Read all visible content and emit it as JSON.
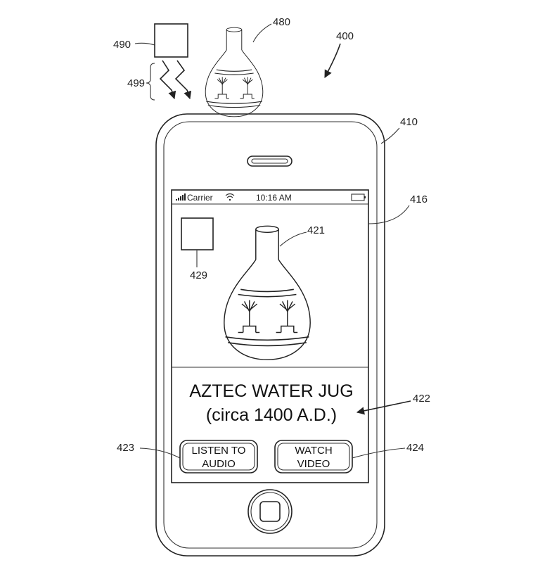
{
  "reference_labels": {
    "figure": "400",
    "device": "410",
    "screen": "416",
    "displayed_image": "421",
    "caption": "422",
    "audio_button": "423",
    "video_button": "424",
    "screen_marker": "429",
    "object": "480",
    "transmitter": "490",
    "signals": "499"
  },
  "status_bar": {
    "carrier": "Carrier",
    "time": "10:16 AM",
    "signal_icon": "signal-bars-icon",
    "wifi_icon": "wifi-icon",
    "battery_icon": "battery-icon"
  },
  "caption": {
    "line1": "AZTEC WATER JUG",
    "line2": "(circa 1400 A.D.)"
  },
  "buttons": {
    "listen_line1": "LISTEN TO",
    "listen_line2": "AUDIO",
    "watch_line1": "WATCH",
    "watch_line2": "VIDEO"
  }
}
